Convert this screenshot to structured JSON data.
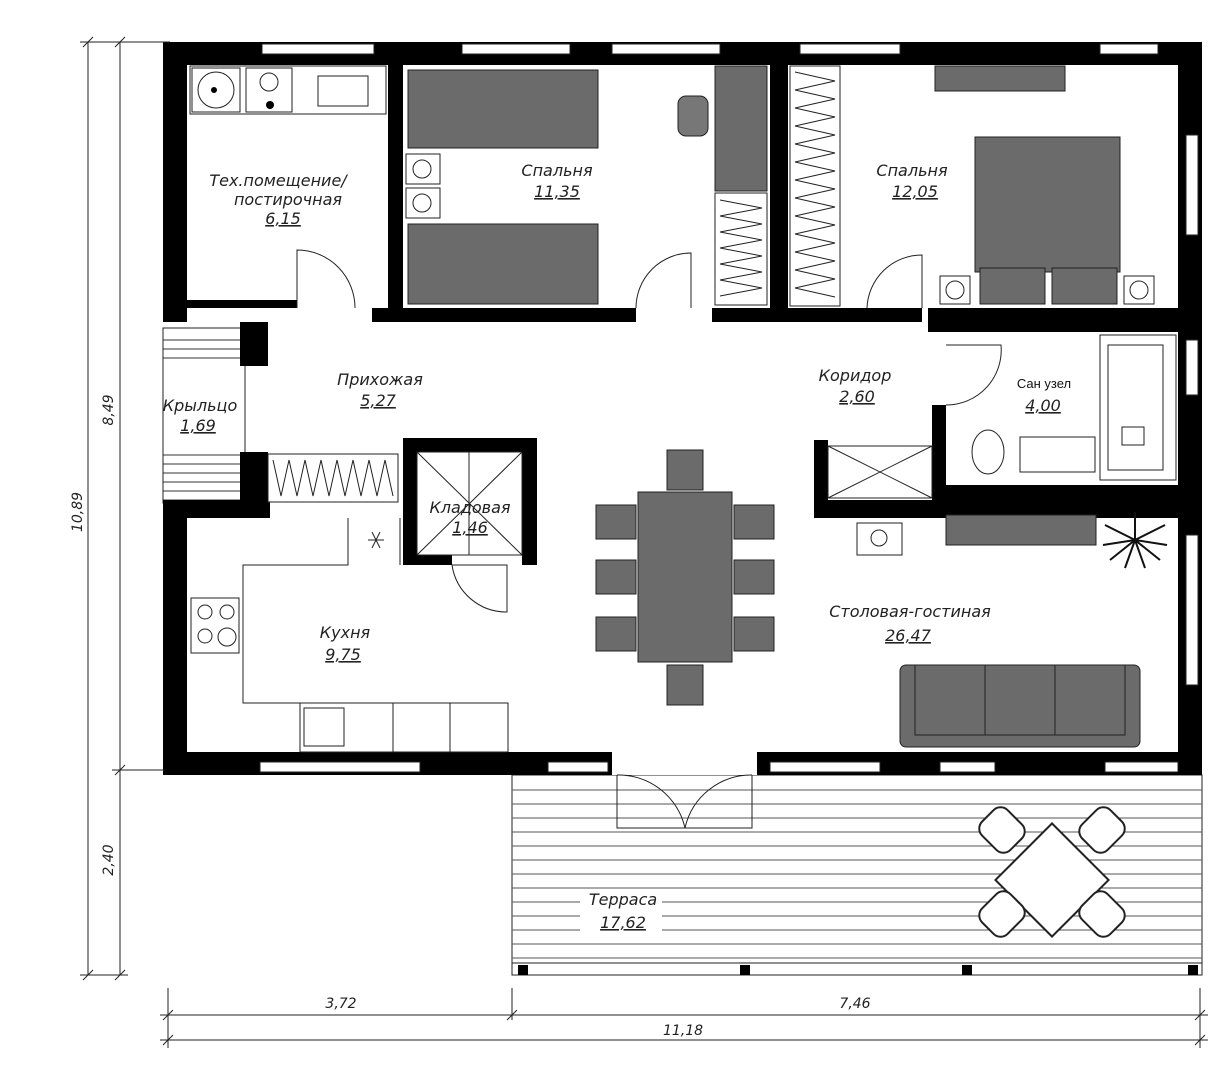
{
  "rooms": {
    "tech": {
      "name1": "Тех.помещение/",
      "name2": "постирочная",
      "area": "6,15"
    },
    "bedroom1": {
      "name": "Спальня",
      "area": "11,35"
    },
    "bedroom2": {
      "name": "Спальня",
      "area": "12,05"
    },
    "hall": {
      "name": "Прихожая",
      "area": "5,27"
    },
    "corridor": {
      "name": "Коридор",
      "area": "2,60"
    },
    "bathroom": {
      "name": "Сан узел",
      "area": "4,00"
    },
    "porch": {
      "name": "Крыльцо",
      "area": "1,69"
    },
    "pantry": {
      "name": "Кладовая",
      "area": "1,46"
    },
    "kitchen": {
      "name": "Кухня",
      "area": "9,75"
    },
    "living": {
      "name": "Столовая-гостиная",
      "area": "26,47"
    },
    "terrace": {
      "name": "Терраса",
      "area": "17,62"
    }
  },
  "dimensions": {
    "height_main": "8,49",
    "height_total": "10,89",
    "height_terrace": "2,40",
    "width_left": "3,72",
    "width_right": "7,46",
    "width_total": "11,18"
  }
}
